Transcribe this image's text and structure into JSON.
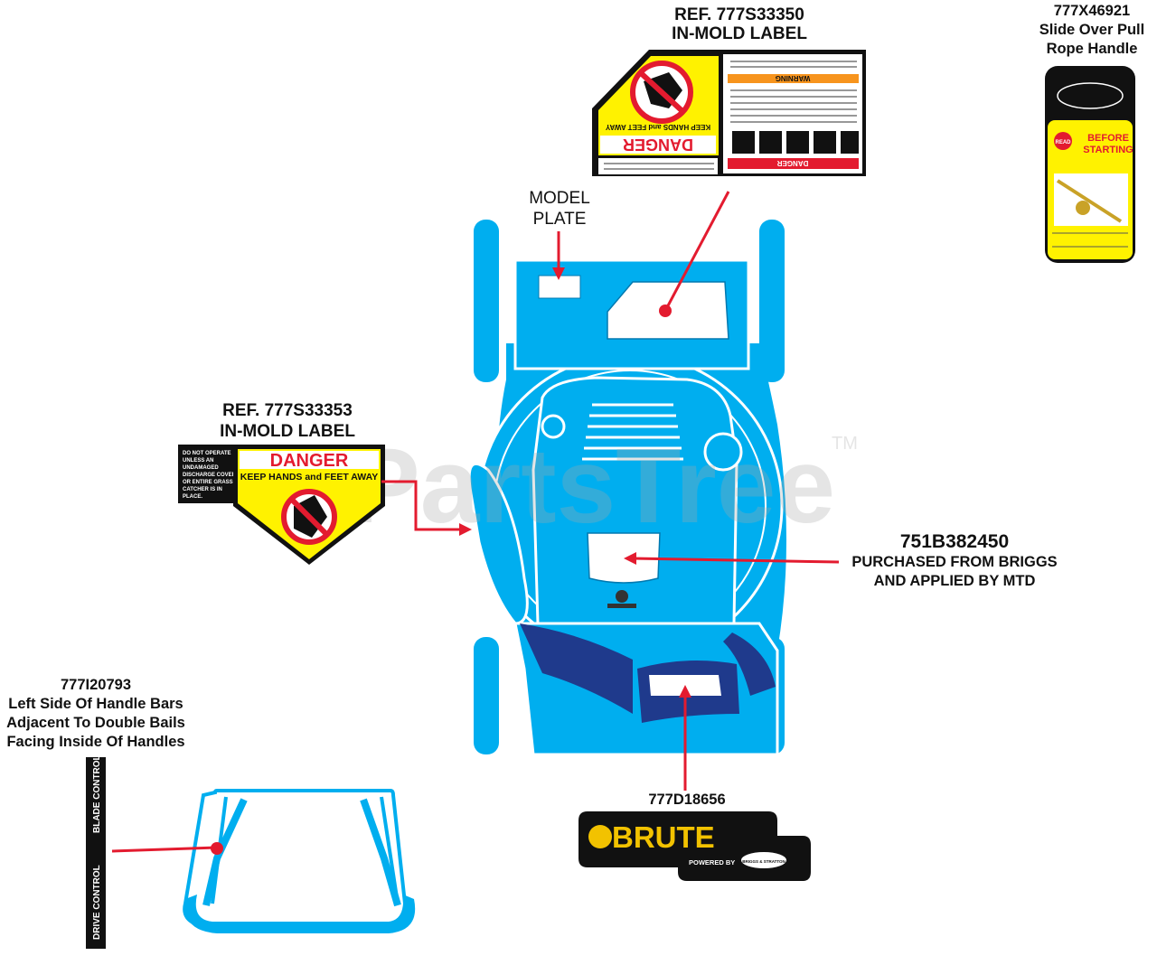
{
  "callouts": {
    "right_label": {
      "ref": "REF. 777S33350",
      "desc": "IN-MOLD LABEL"
    },
    "left_label": {
      "ref": "REF. 777S33353",
      "desc": "IN-MOLD LABEL"
    },
    "model_plate": {
      "line1": "MODEL",
      "line2": "PLATE"
    },
    "rope_handle": {
      "part": "777X46921",
      "line1": "Slide Over Pull",
      "line2": "Rope Handle"
    },
    "briggs": {
      "part": "751B382450",
      "line1": "PURCHASED FROM BRIGGS",
      "line2": "AND APPLIED BY MTD"
    },
    "handle_bars": {
      "part": "777I20793",
      "line1": "Left Side Of Handle Bars",
      "line2": "Adjacent To Double Bails",
      "line3": "Facing Inside Of Handles"
    },
    "brute": {
      "part": "777D18656"
    }
  },
  "decals": {
    "danger": "DANGER",
    "keep_hands": "KEEP HANDS and FEET AWAY",
    "warning": "WARNING",
    "do_not_operate": [
      "DO NOT OPERATE",
      "UNLESS AN",
      "UNDAMAGED",
      "DISCHARGE COVER",
      "OR ENTIRE GRASS",
      "CATCHER IS IN",
      "PLACE."
    ],
    "before": "BEFORE",
    "starting": "STARTING",
    "read": "READ",
    "brute": "BRUTE",
    "powered_by": "POWERED BY",
    "briggs": "BRIGGS & STRATTON",
    "blade_control": "BLADE CONTROL",
    "drive_control": "DRIVE CONTROL"
  },
  "watermark": {
    "text": "PartsTree",
    "tm": "TM"
  },
  "colors": {
    "mower": "#00aeef",
    "mower_dark": "#0079b0",
    "bag_dark": "#1f3a8c",
    "arrow": "#e31b2f",
    "danger_yellow": "#fff200",
    "danger_red": "#e31b2f"
  }
}
